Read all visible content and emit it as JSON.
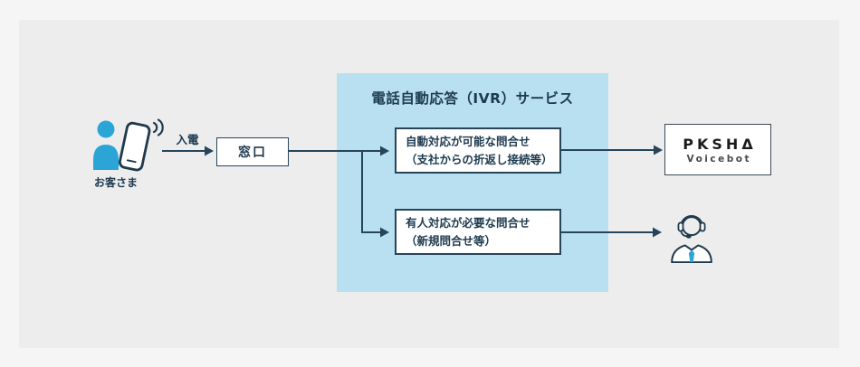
{
  "colors": {
    "page_bg": "#f5f5f6",
    "panel_bg": "#ededee",
    "ivr_panel_bg": "#b9e0f0",
    "ink": "#1d3a4f",
    "line": "#27455a",
    "accent_blue": "#2ba5d6",
    "brand_black": "#1b1b1b"
  },
  "diagram": {
    "customer_label": "お客さま",
    "incoming_call_label": "入電",
    "reception_label": "窓口",
    "ivr_title": "電話自動応答（IVR）サービス",
    "auto_inquiry": {
      "line1": "自動対応が可能な問合せ",
      "line2": "（支社からの折返し接続等）"
    },
    "human_inquiry": {
      "line1": "有人対応が必要な問合せ",
      "line2": "（新規問合せ等）"
    },
    "voicebot": {
      "brand": "PKSHΔ",
      "product": "Voicebot"
    },
    "icons": {
      "customer": "customer-with-smartphone-icon",
      "sound_waves": "sound-waves-icon",
      "operator": "operator-headset-icon"
    }
  }
}
